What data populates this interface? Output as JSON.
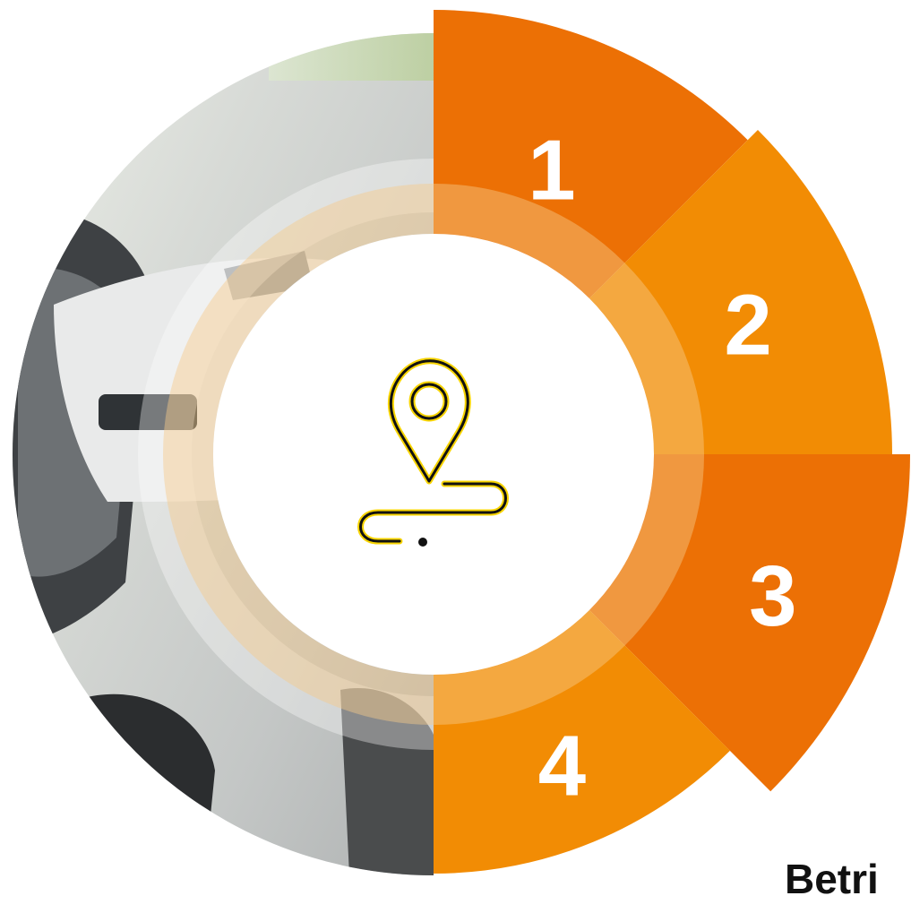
{
  "segments": [
    {
      "label": "1",
      "color": "#ec7005"
    },
    {
      "label": "2",
      "color": "#f28c04"
    },
    {
      "label": "3",
      "color": "#ec7005"
    },
    {
      "label": "4",
      "color": "#f28c04"
    }
  ],
  "center_icon": "map-pin-route-icon",
  "cut_off_text": "Betri",
  "colors": {
    "ring_overlay": "#f7c98a",
    "center_fill": "#ffffff",
    "icon_stroke": "#111111",
    "icon_accent": "#f7d400"
  }
}
